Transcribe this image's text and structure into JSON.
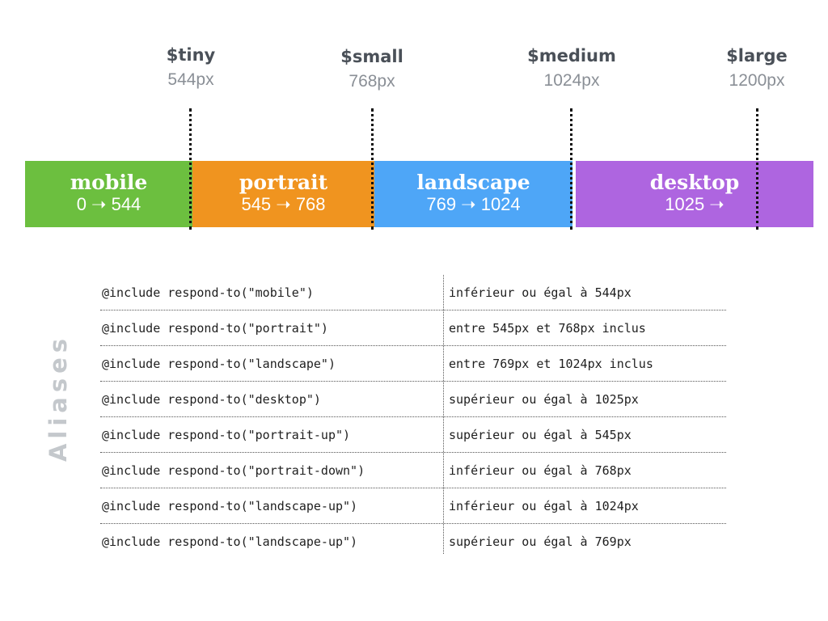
{
  "breakpoints": [
    {
      "name": "$tiny",
      "value": "544px"
    },
    {
      "name": "$small",
      "value": "768px"
    },
    {
      "name": "$medium",
      "value": "1024px"
    },
    {
      "name": "$large",
      "value": "1200px"
    }
  ],
  "bands": [
    {
      "title": "mobile",
      "range": "0 ➝ 544",
      "color": "#6cbf3f"
    },
    {
      "title": "portrait",
      "range": "545 ➝ 768",
      "color": "#f0941f"
    },
    {
      "title": "landscape",
      "range": "769 ➝ 1024",
      "color": "#4ea6f7"
    },
    {
      "title": "desktop",
      "range": "1025 ➝",
      "color": "#ae65e0"
    }
  ],
  "aliases_label": "Aliases",
  "aliases": [
    {
      "code": "@include respond-to(\"mobile\")",
      "desc": "inférieur ou égal à 544px"
    },
    {
      "code": "@include respond-to(\"portrait\")",
      "desc": "entre 545px et 768px inclus"
    },
    {
      "code": "@include respond-to(\"landscape\")",
      "desc": "entre 769px et 1024px inclus"
    },
    {
      "code": "@include respond-to(\"desktop\")",
      "desc": "supérieur ou égal à 1025px"
    },
    {
      "code": "@include respond-to(\"portrait-up\")",
      "desc": "supérieur ou égal à 545px"
    },
    {
      "code": "@include respond-to(\"portrait-down\")",
      "desc": "inférieur ou égal à 768px"
    },
    {
      "code": "@include respond-to(\"landscape-up\")",
      "desc": "inférieur ou égal à 1024px"
    },
    {
      "code": "@include respond-to(\"landscape-up\")",
      "desc": "supérieur ou égal à 769px"
    }
  ]
}
